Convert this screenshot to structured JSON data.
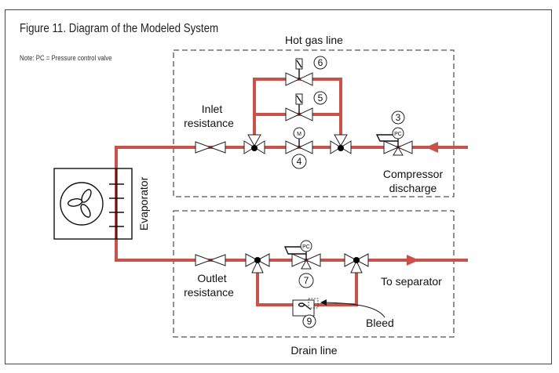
{
  "figure": {
    "title": "Figure 11. Diagram of the Modeled System",
    "note": "Note: PC = Pressure control valve"
  },
  "colors": {
    "pipe": "#c9534a",
    "line": "#222222",
    "dashed_box": "#555555"
  },
  "groups": {
    "hot_gas": "Hot gas line",
    "drain": "Drain line"
  },
  "labels": {
    "inlet_1": "Inlet",
    "inlet_2": "resistance",
    "outlet_1": "Outlet",
    "outlet_2": "resistance",
    "compressor_1": "Compressor",
    "compressor_2": "discharge",
    "separator": "To separator",
    "bleed": "Bleed",
    "evaporator": "Evaporator"
  },
  "components": {
    "valve_3": "3",
    "valve_4": "4",
    "valve_5": "5",
    "valve_6": "6",
    "valve_7": "7",
    "valve_9": "9",
    "pc_tag": "PC",
    "motor_tag": "M"
  },
  "icons": {
    "fan": "fan-icon",
    "gate_valve": "gate-valve-icon",
    "three_way_valve": "three-way-valve-icon",
    "solenoid_valve": "solenoid-valve-icon",
    "motor_valve": "motor-valve-icon",
    "pressure_control_valve": "pressure-control-valve-icon",
    "flow_arrow": "flow-arrow-icon"
  }
}
